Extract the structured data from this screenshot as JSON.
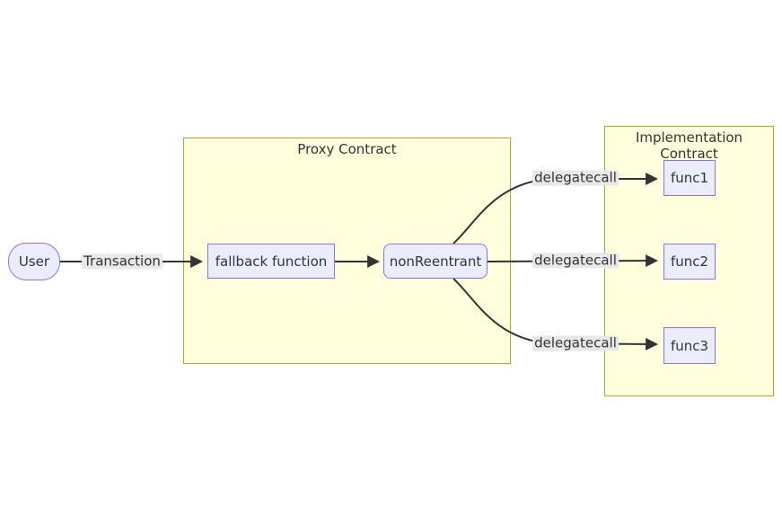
{
  "diagram_type": "flowchart",
  "clusters": {
    "proxy": {
      "title": "Proxy Contract"
    },
    "implementation": {
      "title": "Implementation Contract"
    }
  },
  "nodes": {
    "user": {
      "label": "User",
      "shape": "stadium"
    },
    "fallback": {
      "label": "fallback function",
      "shape": "rect"
    },
    "nonreentrant": {
      "label": "nonReentrant",
      "shape": "rounded"
    },
    "func1": {
      "label": "func1",
      "shape": "rect"
    },
    "func2": {
      "label": "func2",
      "shape": "rect"
    },
    "func3": {
      "label": "func3",
      "shape": "rect"
    }
  },
  "edges": {
    "user_to_fallback": {
      "label": "Transaction"
    },
    "fallback_to_nonreentrant": {
      "label": ""
    },
    "nonreentrant_to_func1": {
      "label": "delegatecall"
    },
    "nonreentrant_to_func2": {
      "label": "delegatecall"
    },
    "nonreentrant_to_func3": {
      "label": "delegatecall"
    }
  },
  "colors": {
    "node_fill": "#ECECFF",
    "node_border": "#9370DB",
    "cluster_fill": "#FFFFDE",
    "cluster_border": "#AAAA33",
    "edge_stroke": "#333333",
    "edge_label_bg": "#e8e8e8",
    "text": "#333333",
    "background": "#ffffff"
  }
}
